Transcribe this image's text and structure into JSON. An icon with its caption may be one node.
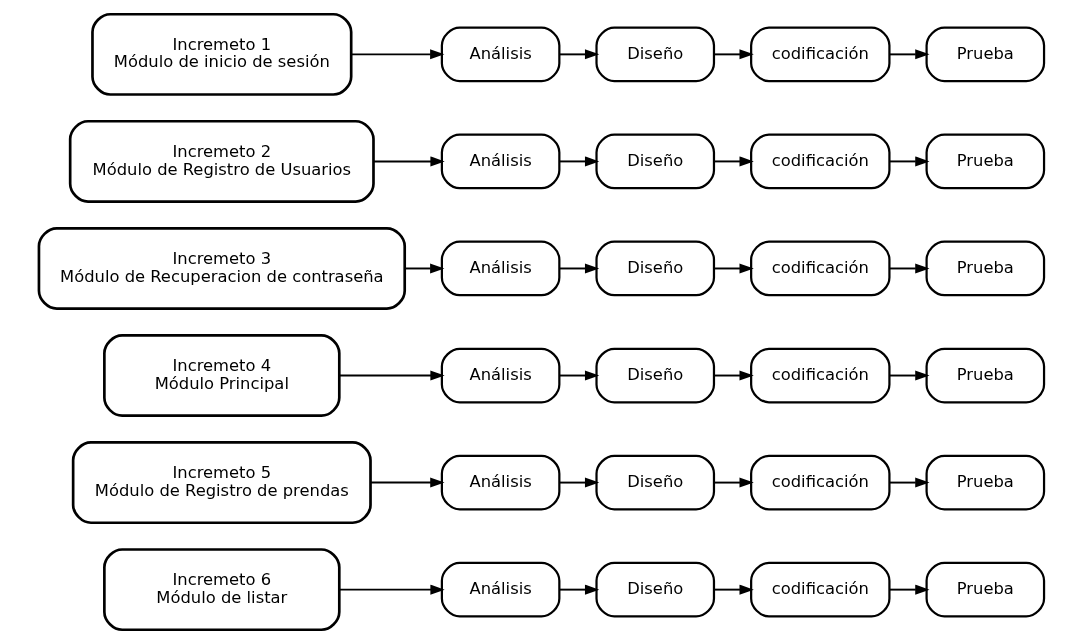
{
  "diagram": {
    "nodes": [
      {
        "text": [
          "Incremeto 1",
          "Módulo de inicio de sesión"
        ]
      },
      {
        "text": [
          "Análisis"
        ]
      },
      {
        "text": [
          "Diseño"
        ]
      },
      {
        "text": [
          "codificación"
        ]
      },
      {
        "text": [
          "Prueba"
        ]
      },
      {
        "text": [
          "Incremeto 2",
          "Módulo de Registro de Usuarios"
        ]
      },
      {
        "text": [
          "Análisis"
        ]
      },
      {
        "text": [
          "Diseño"
        ]
      },
      {
        "text": [
          "codificación"
        ]
      },
      {
        "text": [
          "Prueba"
        ]
      },
      {
        "text": [
          "Incremeto 3",
          "Módulo de Recuperacion de contraseña"
        ]
      },
      {
        "text": [
          "Análisis"
        ]
      },
      {
        "text": [
          "Diseño"
        ]
      },
      {
        "text": [
          "codificación"
        ]
      },
      {
        "text": [
          "Prueba"
        ]
      },
      {
        "text": [
          "Incremeto 4",
          "Módulo Principal"
        ]
      },
      {
        "text": [
          "Análisis"
        ]
      },
      {
        "text": [
          "Diseño"
        ]
      },
      {
        "text": [
          "codificación"
        ]
      },
      {
        "text": [
          "Prueba"
        ]
      },
      {
        "text": [
          "Incremeto 5",
          "Módulo de Registro de prendas"
        ]
      },
      {
        "text": [
          "Análisis"
        ]
      },
      {
        "text": [
          "Diseño"
        ]
      },
      {
        "text": [
          "codificación"
        ]
      },
      {
        "text": [
          "Prueba"
        ]
      },
      {
        "text": [
          "Incremeto 6",
          "Módulo de listar"
        ]
      },
      {
        "text": [
          "Análisis"
        ]
      },
      {
        "text": [
          "Diseño"
        ]
      },
      {
        "text": [
          "codificación"
        ]
      },
      {
        "text": [
          "Prueba"
        ]
      }
    ],
    "edges": [
      {
        "from": 0,
        "to": 1,
        "arrow": "to"
      },
      {
        "from": 1,
        "to": 2,
        "arrow": "to"
      },
      {
        "from": 2,
        "to": 3,
        "arrow": "to"
      },
      {
        "from": 3,
        "to": 4,
        "arrow": "to"
      },
      {
        "from": 5,
        "to": 6,
        "arrow": "to"
      },
      {
        "from": 6,
        "to": 7,
        "arrow": "to"
      },
      {
        "from": 7,
        "to": 8,
        "arrow": "to"
      },
      {
        "from": 8,
        "to": 9,
        "arrow": "to"
      },
      {
        "from": 10,
        "to": 11,
        "arrow": "to"
      },
      {
        "from": 11,
        "to": 12,
        "arrow": "to"
      },
      {
        "from": 12,
        "to": 13,
        "arrow": "to"
      },
      {
        "from": 13,
        "to": 14,
        "arrow": "to"
      },
      {
        "from": 15,
        "to": 16,
        "arrow": "to"
      },
      {
        "from": 16,
        "to": 17,
        "arrow": "to"
      },
      {
        "from": 17,
        "to": 18,
        "arrow": "to"
      },
      {
        "from": 18,
        "to": 19,
        "arrow": "to"
      },
      {
        "from": 20,
        "to": 21,
        "arrow": "to"
      },
      {
        "from": 21,
        "to": 22,
        "arrow": "to"
      },
      {
        "from": 22,
        "to": 23,
        "arrow": "to"
      },
      {
        "from": 23,
        "to": 24,
        "arrow": "to"
      },
      {
        "from": 25,
        "to": 26,
        "arrow": "to"
      },
      {
        "from": 26,
        "to": 27,
        "arrow": "to"
      },
      {
        "from": 27,
        "to": 28,
        "arrow": "to"
      },
      {
        "from": 28,
        "to": 29,
        "arrow": "to"
      }
    ]
  }
}
